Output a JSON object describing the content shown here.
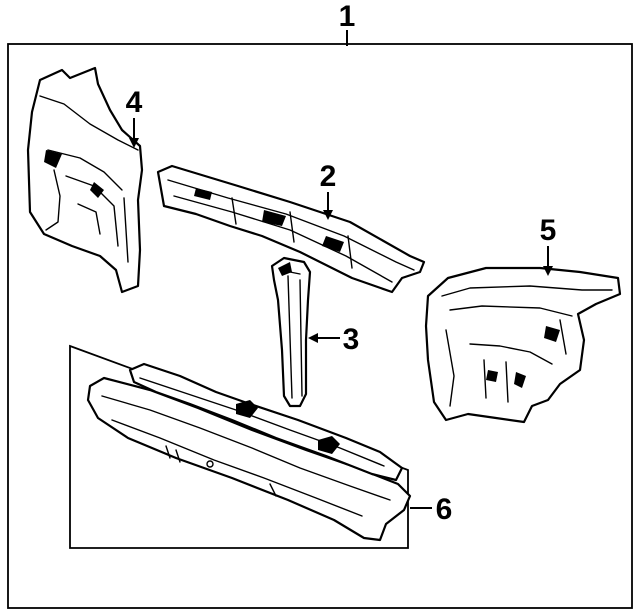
{
  "callouts": {
    "assembly": "1",
    "upper_tie_bar": "2",
    "center_support": "3",
    "left_side_panel": "4",
    "right_side_panel": "5",
    "lower_tie_bar": "6"
  },
  "colors": {
    "line": "#000000",
    "background": "#ffffff"
  }
}
